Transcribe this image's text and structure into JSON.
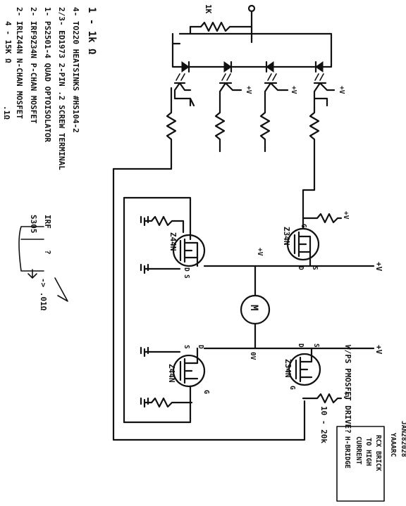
{
  "notes": {
    "header": "1 - 1k Ω",
    "lines": [
      "4-  TO220 HEATSINKS #HS104-2",
      "2/3- ED1973   2-PIN .2 SCREW TERMINAL",
      "1-  PS2501-4  QUAD OPTOISOLATOR",
      "2-  IRF9Z34N  P-CHAN MOSFET",
      "2-  IRLZ44N   N-CHAN MOSFET",
      "4 - 15K Ω"
    ],
    "inline": [
      ".1Ω",
      "IRF",
      "S305",
      "?",
      "-> .01Ω"
    ]
  },
  "circuit": {
    "resistor_top_label": "1K",
    "labels_plus_v": [
      "+V",
      "+V",
      "+V"
    ],
    "labels_rail": [
      "+V",
      "+V",
      "+V",
      "+V"
    ],
    "mosfets": [
      {
        "ref": "Z44N",
        "pins": [
          "D",
          "S"
        ]
      },
      {
        "ref": "Z34N",
        "pins": [
          "G",
          "D",
          "S"
        ]
      },
      {
        "ref": "Z44N",
        "pins": [
          "S",
          "D",
          "G"
        ]
      },
      {
        "ref": "Z34N",
        "pins": [
          "D",
          "G",
          "S"
        ]
      }
    ],
    "node_top": "+V",
    "node_bottom": "0V",
    "motor": "M",
    "resistor_gate_label": "10 - 20k"
  },
  "title_box": {
    "date": "JAN282028",
    "lines": [
      "YAAARC",
      "RCX BRICK",
      "TO HIGH",
      "CURRENT",
      "H-BRIDGE"
    ]
  },
  "side_note": "W/PS PMOSFET DRIVE?"
}
